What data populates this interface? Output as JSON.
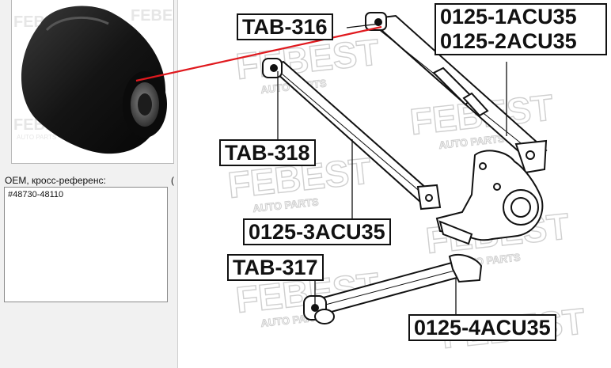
{
  "watermark": {
    "brand": "FEBEST",
    "tag": "AUTO PARTS"
  },
  "left_panel": {
    "oem_label": "OEM, кросс-референс:",
    "oem_numbers": [
      "#48730-48110"
    ],
    "side_mark": "("
  },
  "callouts": {
    "tab316": "TAB-316",
    "tab318": "TAB-318",
    "tab317": "TAB-317",
    "upper_arm_1": "0125-1ACU35",
    "upper_arm_2": "0125-2ACU35",
    "arm_3": "0125-3ACU35",
    "arm_4": "0125-4ACU35"
  },
  "colors": {
    "pointer_line": "#e0191e",
    "leader": "#111111",
    "watermark": "#cfcfcf"
  }
}
